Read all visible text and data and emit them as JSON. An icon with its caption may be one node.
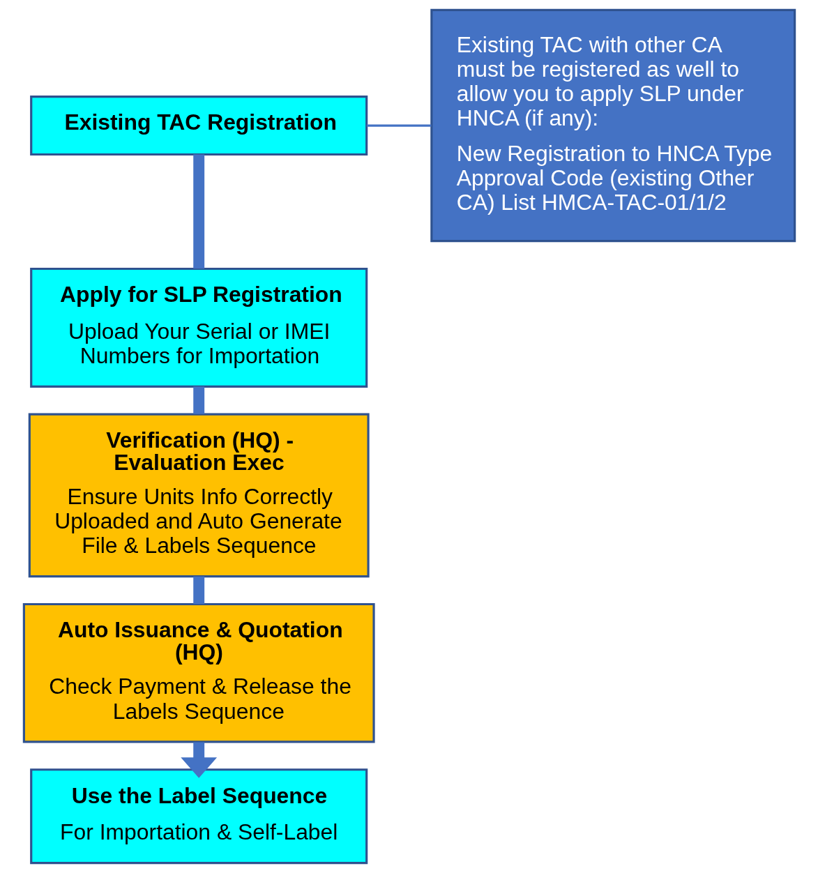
{
  "diagram": {
    "nodes": [
      {
        "text": [
          "Existing TAC Registration"
        ]
      },
      {
        "text": [
          "Apply for SLP Registration",
          "Upload Your Serial or IMEI Numbers for Importation"
        ]
      },
      {
        "text": [
          "Verification (HQ) - Evaluation Exec",
          "Ensure Units Info Correctly Uploaded and Auto Generate File & Labels Sequence"
        ]
      },
      {
        "text": [
          "Auto Issuance & Quotation (HQ)",
          "Check Payment & Release the Labels Sequence"
        ]
      },
      {
        "text": [
          "Use the Label Sequence",
          "For Importation & Self-Label"
        ]
      },
      {
        "text": [
          "Existing TAC with other CA must be registered as well to allow you to apply SLP under HNCA (if any):",
          "New Registration to HNCA Type Approval Code (existing Other CA) List HMCA-TAC-01/1/2"
        ]
      }
    ],
    "edges": [
      {
        "from": 0,
        "to": 1,
        "arrow": "none"
      },
      {
        "from": 1,
        "to": 2,
        "arrow": "none"
      },
      {
        "from": 2,
        "to": 3,
        "arrow": "none"
      },
      {
        "from": 3,
        "to": 4,
        "arrow": "to"
      },
      {
        "from": 5,
        "to": 0,
        "arrow": "none"
      }
    ]
  }
}
